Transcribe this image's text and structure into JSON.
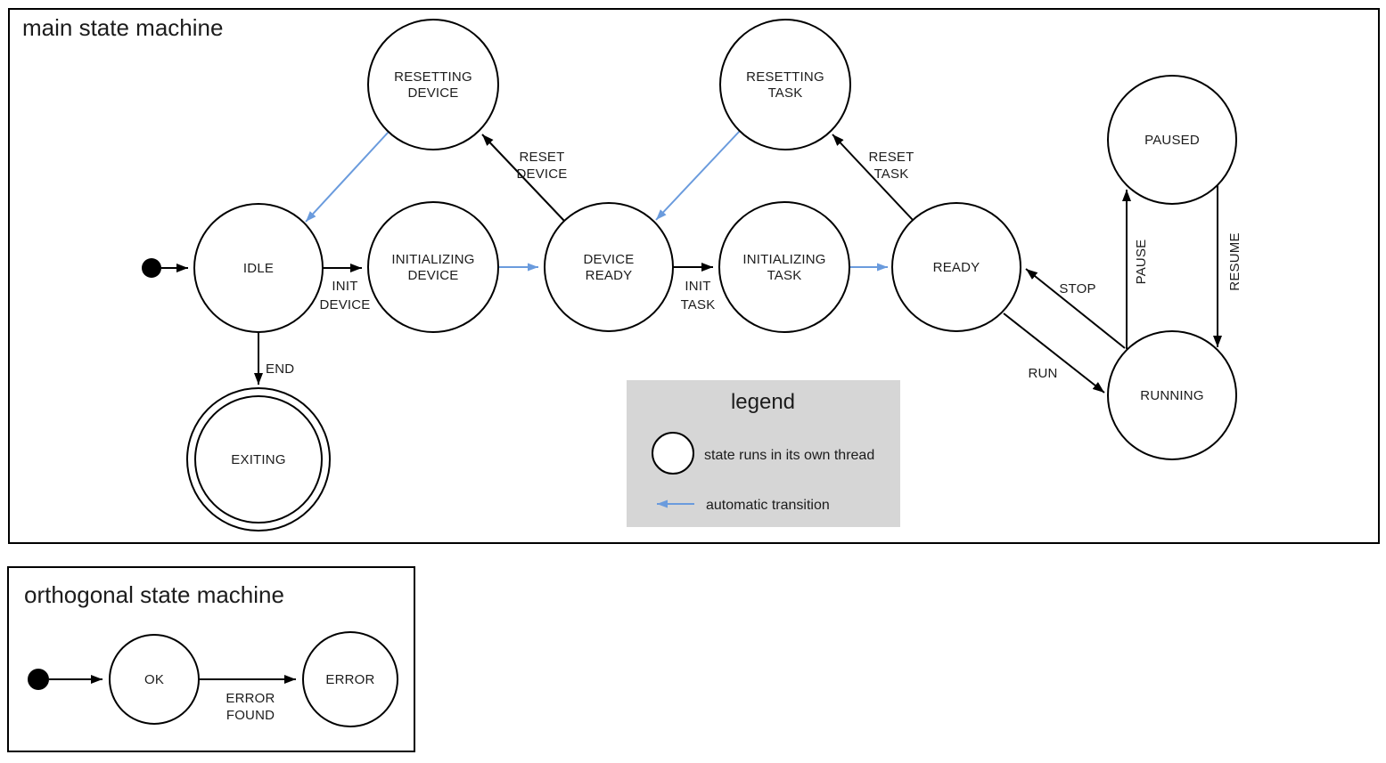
{
  "main": {
    "title": "main state machine",
    "states": {
      "idle": {
        "label": "IDLE",
        "threaded": false
      },
      "resetting_device": {
        "line1": "RESETTING",
        "line2": "DEVICE",
        "threaded": true
      },
      "initializing_device": {
        "line1": "INITIALIZING",
        "line2": "DEVICE",
        "threaded": true
      },
      "device_ready": {
        "line1": "DEVICE",
        "line2": "READY",
        "threaded": false
      },
      "resetting_task": {
        "line1": "RESETTING",
        "line2": "TASK",
        "threaded": true
      },
      "initializing_task": {
        "line1": "INITIALIZING",
        "line2": "TASK",
        "threaded": true
      },
      "ready": {
        "label": "READY",
        "threaded": false
      },
      "paused": {
        "label": "PAUSED",
        "threaded": true
      },
      "running": {
        "label": "RUNNING",
        "threaded": true
      },
      "exiting": {
        "label": "EXITING",
        "threaded": true,
        "final": true
      }
    },
    "transitions": {
      "start": {
        "from": "initial",
        "to": "idle",
        "kind": "manual"
      },
      "init_device": {
        "from": "idle",
        "to": "initializing_device",
        "line1": "INIT",
        "line2": "DEVICE",
        "kind": "manual"
      },
      "auto_to_device_ready": {
        "from": "initializing_device",
        "to": "device_ready",
        "kind": "automatic"
      },
      "reset_device": {
        "from": "device_ready",
        "to": "resetting_device",
        "line1": "RESET",
        "line2": "DEVICE",
        "kind": "manual"
      },
      "auto_to_idle": {
        "from": "resetting_device",
        "to": "idle",
        "kind": "automatic"
      },
      "init_task": {
        "from": "device_ready",
        "to": "initializing_task",
        "line1": "INIT",
        "line2": "TASK",
        "kind": "manual"
      },
      "auto_to_ready": {
        "from": "initializing_task",
        "to": "ready",
        "kind": "automatic"
      },
      "reset_task": {
        "from": "ready",
        "to": "resetting_task",
        "line1": "RESET",
        "line2": "TASK",
        "kind": "manual"
      },
      "auto_to_device_ready_2": {
        "from": "resetting_task",
        "to": "device_ready",
        "kind": "automatic"
      },
      "run": {
        "from": "ready",
        "to": "running",
        "label": "RUN",
        "kind": "manual"
      },
      "stop": {
        "from": "running",
        "to": "ready",
        "label": "STOP",
        "kind": "manual"
      },
      "pause": {
        "from": "running",
        "to": "paused",
        "label": "PAUSE",
        "kind": "manual"
      },
      "resume": {
        "from": "paused",
        "to": "running",
        "label": "RESUME",
        "kind": "manual"
      },
      "end": {
        "from": "idle",
        "to": "exiting",
        "label": "END",
        "kind": "manual"
      }
    }
  },
  "legend": {
    "title": "legend",
    "items": [
      {
        "symbol": "threaded-state-circle",
        "label": "state runs in its own thread"
      },
      {
        "symbol": "automatic-transition-arrow",
        "label": "automatic transition"
      }
    ]
  },
  "orthogonal": {
    "title": "orthogonal state machine",
    "states": {
      "ok": {
        "label": "OK"
      },
      "error": {
        "label": "ERROR"
      }
    },
    "transitions": {
      "error_found": {
        "from": "ok",
        "to": "error",
        "line1": "ERROR",
        "line2": "FOUND"
      }
    }
  },
  "colors": {
    "threaded_state_fill": "#b4c7e7",
    "automatic_transition": "#6a9bdd",
    "stroke": "#000000",
    "legend_background": "#d6d6d6"
  }
}
